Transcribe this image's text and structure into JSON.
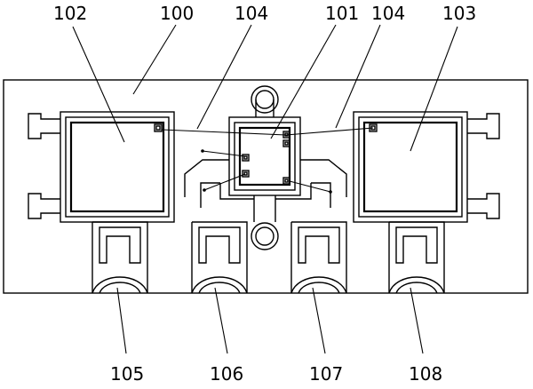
{
  "diagram": {
    "refs": {
      "frame": "100",
      "chip": "101",
      "pad_left": "102",
      "pad_right": "103",
      "trace_left": "104",
      "trace_right": "104",
      "lead_1": "105",
      "lead_2": "106",
      "lead_3": "107",
      "lead_4": "108"
    },
    "colors": {
      "line": "#000000",
      "background": "#ffffff"
    }
  }
}
